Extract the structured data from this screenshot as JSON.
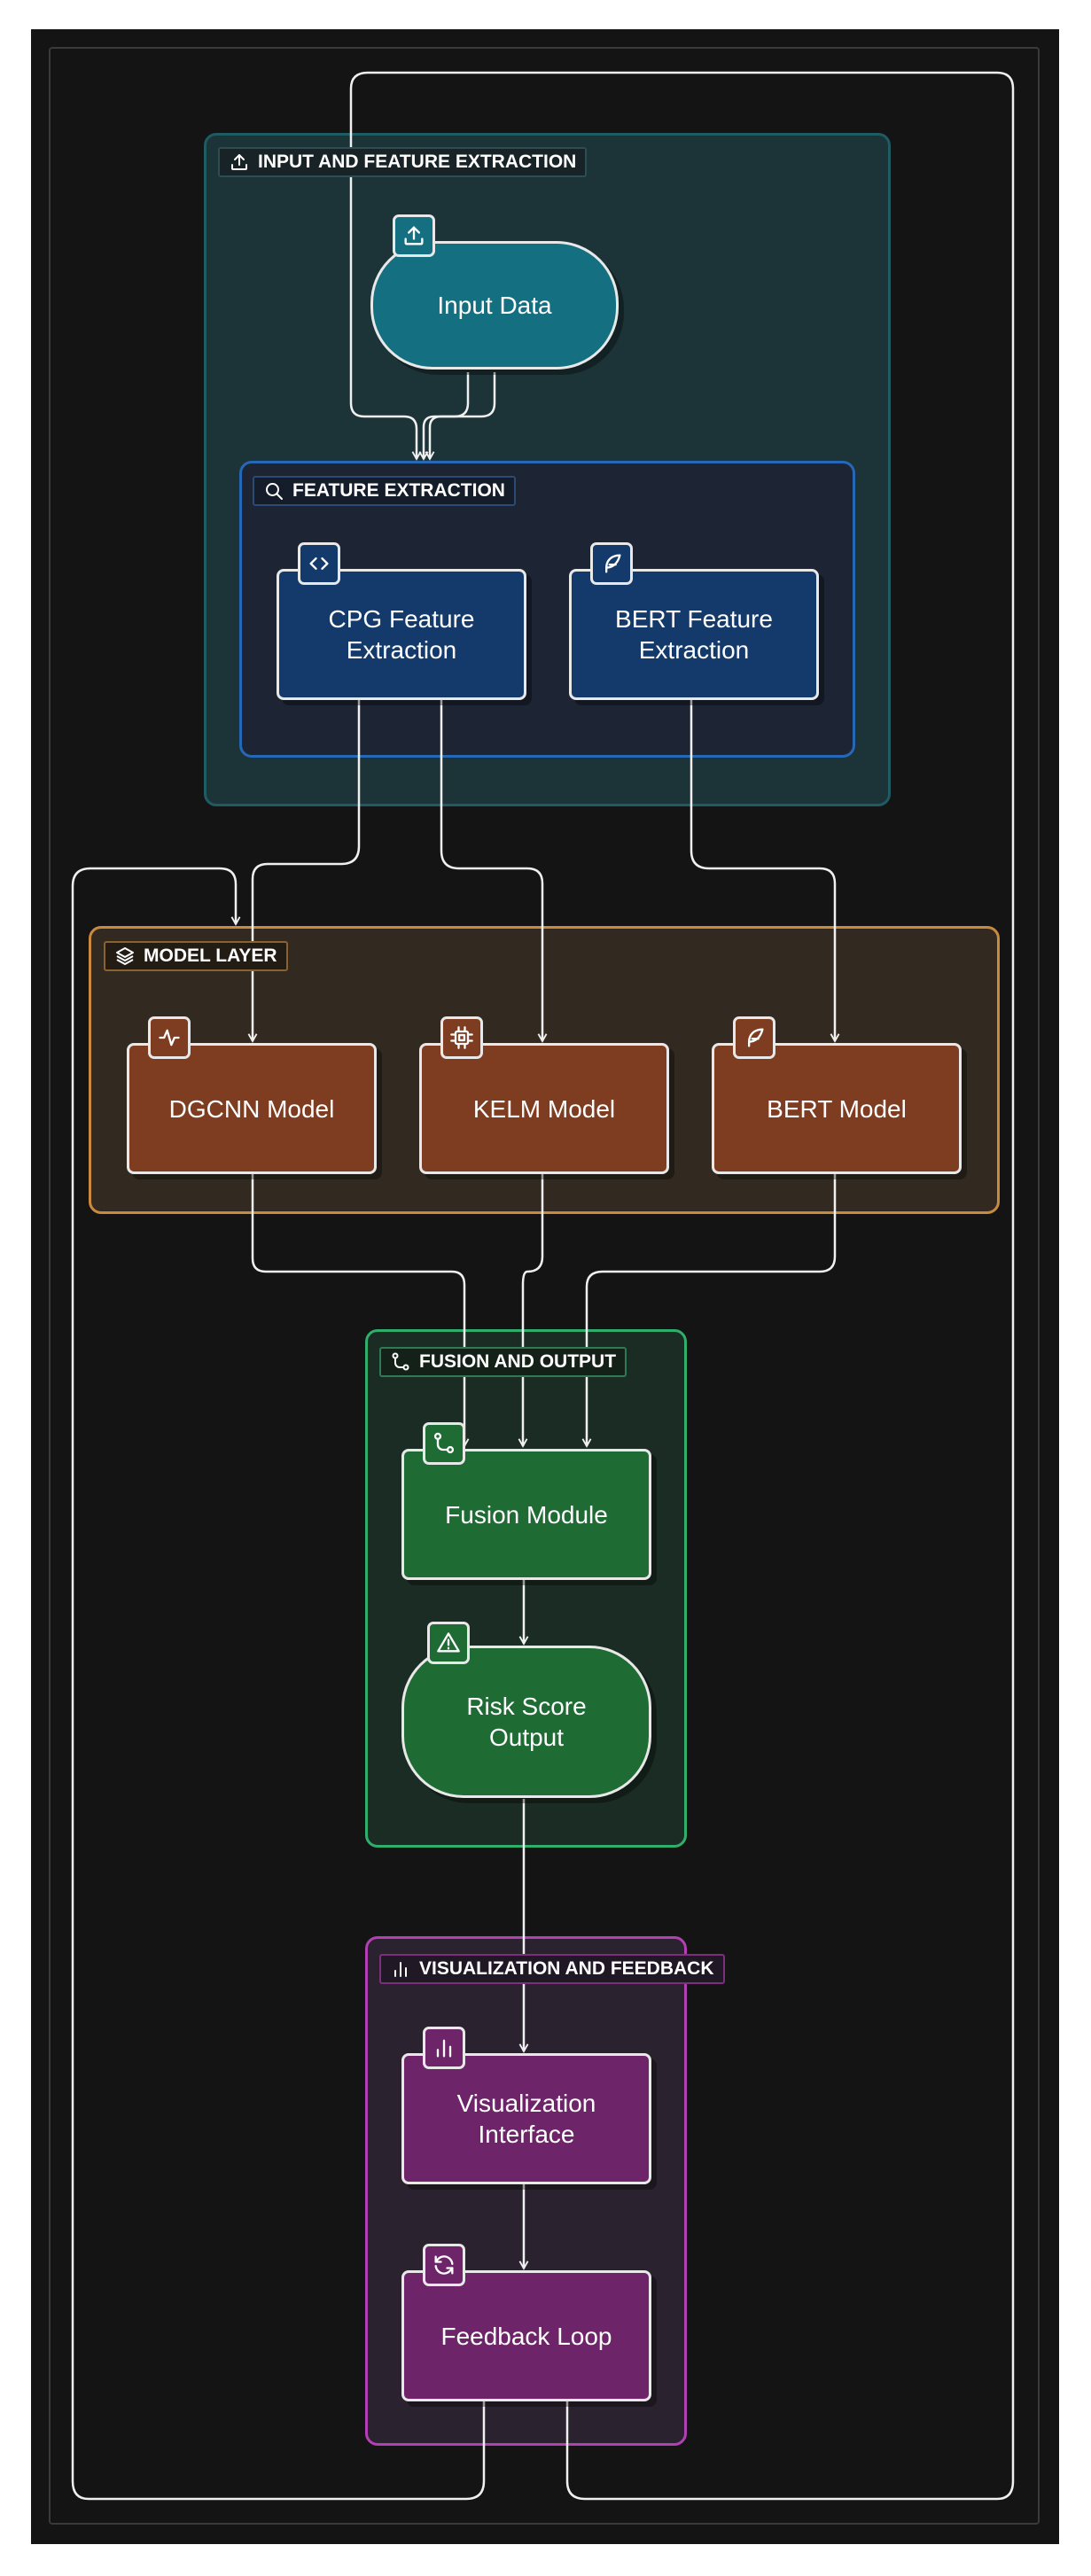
{
  "groups": {
    "input": {
      "label": "INPUT AND FEATURE EXTRACTION",
      "icon": "upload-icon",
      "color": "#1f5b63"
    },
    "feature": {
      "label": "FEATURE EXTRACTION",
      "icon": "search-icon",
      "color": "#2668b8"
    },
    "model": {
      "label": "MODEL LAYER",
      "icon": "layers-icon",
      "color": "#c98a3f"
    },
    "fusion": {
      "label": "FUSION AND OUTPUT",
      "icon": "git-merge-icon",
      "color": "#2fae6c"
    },
    "vis": {
      "label": "VISUALIZATION AND FEEDBACK",
      "icon": "bar-chart-icon",
      "color": "#b23fb3"
    }
  },
  "nodes": {
    "input_data": {
      "label": "Input Data",
      "icon": "upload-icon"
    },
    "cpg": {
      "line1": "CPG Feature",
      "line2": "Extraction",
      "icon": "code-icon"
    },
    "bert_feat": {
      "line1": "BERT Feature",
      "line2": "Extraction",
      "icon": "feather-icon"
    },
    "dgcnn": {
      "label": "DGCNN Model",
      "icon": "activity-icon"
    },
    "kelm": {
      "label": "KELM Model",
      "icon": "cpu-icon"
    },
    "bert_model": {
      "label": "BERT Model",
      "icon": "feather-icon"
    },
    "fusion": {
      "label": "Fusion Module",
      "icon": "git-merge-icon"
    },
    "risk": {
      "line1": "Risk Score",
      "line2": "Output",
      "icon": "alert-triangle-icon"
    },
    "vis": {
      "line1": "Visualization",
      "line2": "Interface",
      "icon": "bar-chart-icon"
    },
    "feedback": {
      "label": "Feedback Loop",
      "icon": "refresh-icon"
    }
  },
  "connections": [
    {
      "from": "input_data",
      "to": "feature_extraction"
    },
    {
      "from": "cpg",
      "to": "dgcnn"
    },
    {
      "from": "cpg",
      "to": "kelm"
    },
    {
      "from": "bert_feat",
      "to": "bert_model"
    },
    {
      "from": "dgcnn",
      "to": "fusion"
    },
    {
      "from": "kelm",
      "to": "fusion"
    },
    {
      "from": "bert_model",
      "to": "fusion"
    },
    {
      "from": "fusion",
      "to": "risk"
    },
    {
      "from": "risk",
      "to": "vis"
    },
    {
      "from": "vis",
      "to": "feedback"
    },
    {
      "from": "feedback",
      "to": "feature_extraction"
    },
    {
      "from": "feedback",
      "to": "model_layer"
    }
  ]
}
